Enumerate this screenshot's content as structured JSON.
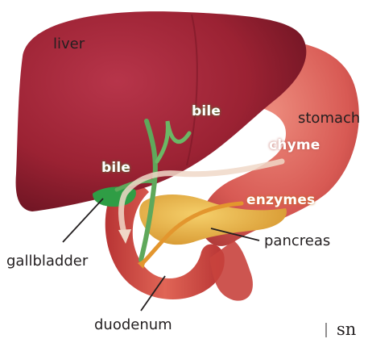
{
  "labels": {
    "liver": "liver",
    "stomach": "stomach",
    "bile_upper": "bile",
    "bile_left": "bile",
    "chyme": "chyme",
    "enzymes": "enzymes",
    "pancreas": "pancreas",
    "gallbladder": "gallbladder",
    "duodenum": "duodenum",
    "cut_text": "sn"
  },
  "colors": {
    "liver": "#9b2233",
    "stomach": "#d85a54",
    "bile": "#5fa85b",
    "chyme": "#f0d8c8",
    "enzymes": "#e3962e",
    "pancreas": "#e8b248",
    "gallbladder": "#2f9d45",
    "text": "#231f20"
  }
}
